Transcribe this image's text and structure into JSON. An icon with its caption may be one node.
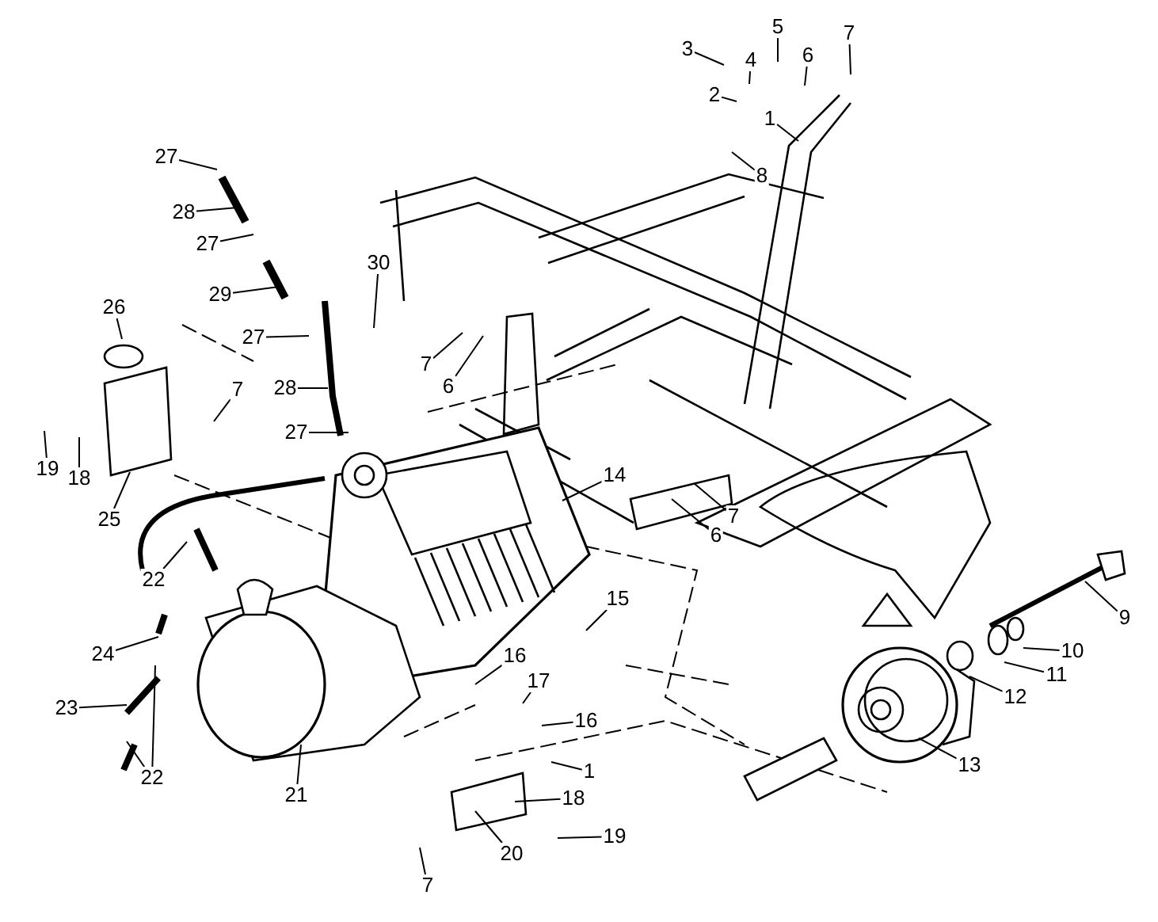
{
  "diagram": {
    "nodes": [
      {
        "text": [
          "1"
        ]
      },
      {
        "text": [
          "2"
        ]
      },
      {
        "text": [
          "3"
        ]
      },
      {
        "text": [
          "4"
        ]
      },
      {
        "text": [
          "5"
        ]
      },
      {
        "text": [
          "6"
        ]
      },
      {
        "text": [
          "7"
        ]
      },
      {
        "text": [
          "8"
        ]
      },
      {
        "text": [
          "27"
        ]
      },
      {
        "text": [
          "28"
        ]
      },
      {
        "text": [
          "27"
        ]
      },
      {
        "text": [
          "29"
        ]
      },
      {
        "text": [
          "30"
        ]
      },
      {
        "text": [
          "27"
        ]
      },
      {
        "text": [
          "7"
        ]
      },
      {
        "text": [
          "6"
        ]
      },
      {
        "text": [
          "26"
        ]
      },
      {
        "text": [
          "7"
        ]
      },
      {
        "text": [
          "28"
        ]
      },
      {
        "text": [
          "27"
        ]
      },
      {
        "text": [
          "19"
        ]
      },
      {
        "text": [
          "18"
        ]
      },
      {
        "text": [
          "25"
        ]
      },
      {
        "text": [
          "14"
        ]
      },
      {
        "text": [
          "7"
        ]
      },
      {
        "text": [
          "6"
        ]
      },
      {
        "text": [
          "22"
        ]
      },
      {
        "text": [
          "24"
        ]
      },
      {
        "text": [
          "15"
        ]
      },
      {
        "text": [
          "16"
        ]
      },
      {
        "text": [
          "17"
        ]
      },
      {
        "text": [
          "23"
        ]
      },
      {
        "text": [
          "16"
        ]
      },
      {
        "text": [
          "22"
        ]
      },
      {
        "text": [
          "21"
        ]
      },
      {
        "text": [
          "1"
        ]
      },
      {
        "text": [
          "18"
        ]
      },
      {
        "text": [
          "19"
        ]
      },
      {
        "text": [
          "20"
        ]
      },
      {
        "text": [
          "7"
        ]
      },
      {
        "text": [
          "9"
        ]
      },
      {
        "text": [
          "10"
        ]
      },
      {
        "text": [
          "11"
        ]
      },
      {
        "text": [
          "12"
        ]
      },
      {
        "text": [
          "13"
        ]
      }
    ],
    "edges": [
      {
        "from": 0,
        "to": null,
        "arrow": "none"
      },
      {
        "from": 1,
        "to": null,
        "arrow": "none"
      },
      {
        "from": 2,
        "to": null,
        "arrow": "none"
      },
      {
        "from": 3,
        "to": null,
        "arrow": "none"
      },
      {
        "from": 4,
        "to": null,
        "arrow": "none"
      },
      {
        "from": 5,
        "to": null,
        "arrow": "none"
      },
      {
        "from": 6,
        "to": null,
        "arrow": "none"
      },
      {
        "from": 7,
        "to": null,
        "arrow": "none"
      },
      {
        "from": 8,
        "to": null,
        "arrow": "none"
      },
      {
        "from": 9,
        "to": null,
        "arrow": "none"
      },
      {
        "from": 10,
        "to": null,
        "arrow": "none"
      },
      {
        "from": 11,
        "to": null,
        "arrow": "none"
      },
      {
        "from": 12,
        "to": null,
        "arrow": "none"
      },
      {
        "from": 13,
        "to": null,
        "arrow": "none"
      },
      {
        "from": 14,
        "to": null,
        "arrow": "none"
      },
      {
        "from": 15,
        "to": null,
        "arrow": "none"
      },
      {
        "from": 16,
        "to": null,
        "arrow": "none"
      },
      {
        "from": 17,
        "to": null,
        "arrow": "none"
      },
      {
        "from": 18,
        "to": null,
        "arrow": "none"
      },
      {
        "from": 19,
        "to": null,
        "arrow": "none"
      },
      {
        "from": 20,
        "to": null,
        "arrow": "none"
      },
      {
        "from": 21,
        "to": null,
        "arrow": "none"
      },
      {
        "from": 22,
        "to": null,
        "arrow": "none"
      },
      {
        "from": 23,
        "to": null,
        "arrow": "none"
      },
      {
        "from": 24,
        "to": null,
        "arrow": "none"
      },
      {
        "from": 25,
        "to": null,
        "arrow": "none"
      },
      {
        "from": 26,
        "to": null,
        "arrow": "none"
      },
      {
        "from": 27,
        "to": null,
        "arrow": "none"
      },
      {
        "from": 28,
        "to": null,
        "arrow": "none"
      },
      {
        "from": 29,
        "to": null,
        "arrow": "none"
      },
      {
        "from": 30,
        "to": null,
        "arrow": "none"
      },
      {
        "from": 31,
        "to": null,
        "arrow": "none"
      },
      {
        "from": 32,
        "to": null,
        "arrow": "none"
      },
      {
        "from": 33,
        "to": null,
        "arrow": "none"
      },
      {
        "from": 33,
        "to": null,
        "arrow": "none"
      },
      {
        "from": 34,
        "to": null,
        "arrow": "none"
      },
      {
        "from": 35,
        "to": null,
        "arrow": "none"
      },
      {
        "from": 36,
        "to": null,
        "arrow": "none"
      },
      {
        "from": 37,
        "to": null,
        "arrow": "none"
      },
      {
        "from": 38,
        "to": null,
        "arrow": "none"
      },
      {
        "from": 39,
        "to": null,
        "arrow": "none"
      },
      {
        "from": 40,
        "to": null,
        "arrow": "none"
      },
      {
        "from": 41,
        "to": null,
        "arrow": "none"
      },
      {
        "from": 42,
        "to": null,
        "arrow": "none"
      },
      {
        "from": 43,
        "to": null,
        "arrow": "none"
      },
      {
        "from": 44,
        "to": null,
        "arrow": "none"
      }
    ]
  }
}
